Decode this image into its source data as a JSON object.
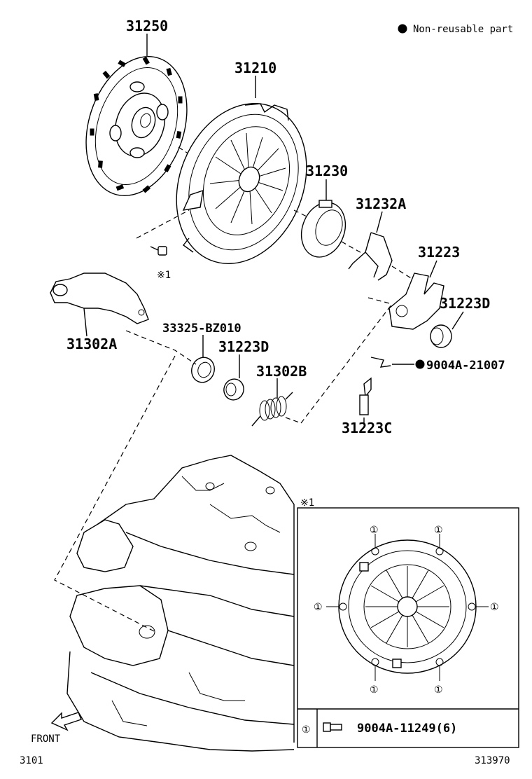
{
  "legend": {
    "text": "Non-reusable part"
  },
  "parts": {
    "p31250": "31250",
    "p31210": "31210",
    "p31230": "31230",
    "p31232A": "31232A",
    "p31223": "31223",
    "p31223D_right": "31223D",
    "p9004A_21007": "9004A-21007",
    "p31223C": "31223C",
    "p31302A": "31302A",
    "p33325_BZ010": "33325-BZ010",
    "p31223D_mid": "31223D",
    "p31302B": "31302B"
  },
  "refs": {
    "note_symbol_bolt": "※1",
    "note_symbol_inset": "※1",
    "circled_one": "①"
  },
  "inset": {
    "bolt_part": "9004A-11249(6)"
  },
  "footer": {
    "front_label": "FRONT",
    "left_code": "3101",
    "right_code": "313970"
  }
}
